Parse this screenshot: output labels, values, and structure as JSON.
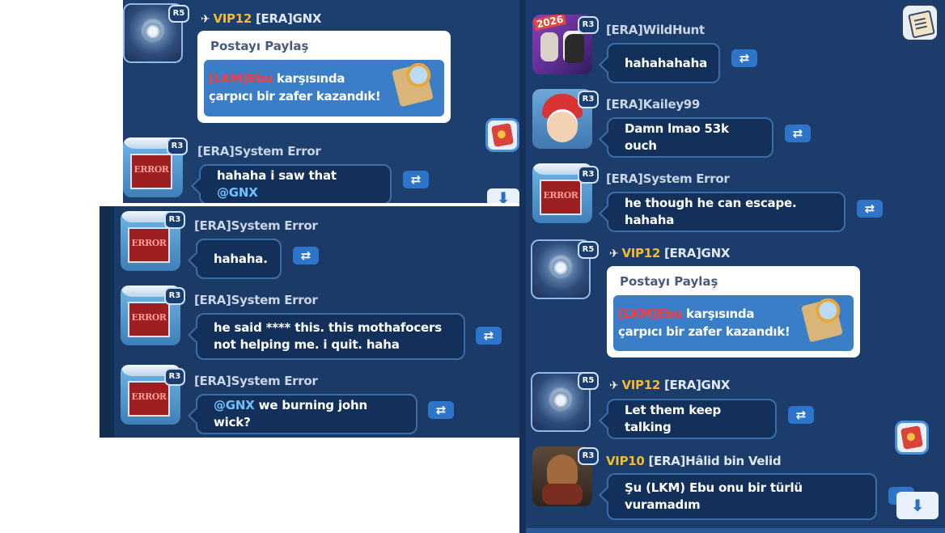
{
  "panel_a": {
    "msg1": {
      "rank": "R5",
      "plane": "✈",
      "vip": "VIP12",
      "name": "[ERA]GNX",
      "post_title": "Postayı Paylaş",
      "post_red": "[LKM]Ebu",
      "post_rest": " karşısında çarpıcı bir zafer kazandık!"
    },
    "msg2": {
      "rank": "R3",
      "avatar_text": "ERROR",
      "name": "[ERA]System Error",
      "text": "hahaha i saw that ",
      "mention": "@GNX"
    },
    "translate_icon": "⇄",
    "down_icon": "⬇"
  },
  "panel_b": {
    "msg1": {
      "rank": "R3",
      "avatar_text": "ERROR",
      "name": "[ERA]System Error",
      "text": "hahaha."
    },
    "msg2": {
      "rank": "R3",
      "avatar_text": "ERROR",
      "name": "[ERA]System Error",
      "text": "he said **** this. this mothafocers not helping me. i quit. haha"
    },
    "msg3": {
      "rank": "R3",
      "avatar_text": "ERROR",
      "name": "[ERA]System Error",
      "mention": "@GNX",
      "text": " we burning john wick?"
    },
    "translate_icon": "⇄"
  },
  "panel_c": {
    "msg1": {
      "rank": "R3",
      "avatar_badge": "2026",
      "name": "[ERA]WildHunt",
      "text": "hahahahaha"
    },
    "msg2": {
      "rank": "R3",
      "name": "[ERA]Kailey99",
      "text": "Damn lmao 53k ouch"
    },
    "msg3": {
      "rank": "R3",
      "avatar_text": "ERROR",
      "name": "[ERA]System Error",
      "text": "he though he can escape. hahaha"
    },
    "msg4": {
      "rank": "R5",
      "plane": "✈",
      "vip": "VIP12",
      "name": "[ERA]GNX",
      "post_title": "Postayı Paylaş",
      "post_red": "[LKM]Ebu",
      "post_rest": " karşısında çarpıcı bir zafer kazandık!"
    },
    "msg5": {
      "rank": "R5",
      "plane": "✈",
      "vip": "VIP12",
      "name": "[ERA]GNX",
      "text": "Let them keep talking"
    },
    "msg6": {
      "rank": "R3",
      "vip": "VIP10",
      "name": "[ERA]Hâlid bin Velid",
      "text": "Şu (LKM) Ebu onu bir türlü vuramadım"
    },
    "translate_icon": "⇄",
    "down_icon": "⬇"
  }
}
